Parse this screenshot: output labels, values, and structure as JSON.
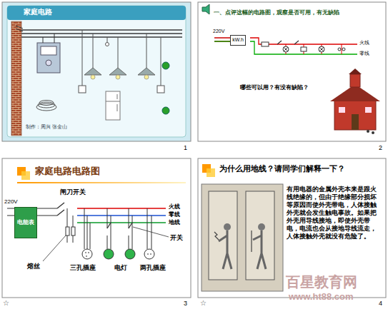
{
  "diagram": {
    "nodes": [
      {
        "text": [
          "家庭电路"
        ]
      },
      {
        "text": [
          "一、点评这幅的电路图，观察是否可用，有无缺陷"
        ]
      },
      {
        "text": [
          "kW.h"
        ],
        "in": 1
      },
      {
        "text": [
          "家庭电路电路图"
        ]
      },
      {
        "text": [
          "电能表"
        ],
        "in": 3
      },
      {
        "text": [
          "为什么用地线？请同学们解释一下？",
          "有用电器的金属外壳本来是跟火线绝缘的，但由于绝缘部分损坏等原因而使外壳带电，人体接触外壳就会发生触电事故。如果把外壳用导线接地，即使外壳带电，电流也会从接地导线流走，人体接触外壳就没有危险了。"
        ]
      }
    ],
    "labels": [
      "制作：周兴 张金山",
      "220V",
      "火线",
      "零线",
      "哪些可以用？有没有缺陷？",
      "220V",
      "闸刀开关",
      "火线",
      "零线",
      "地线",
      "熔丝",
      "开关",
      "三孔插座",
      "电灯",
      "两孔插座",
      "百星教育网",
      "www.ht88.com",
      "1",
      "2",
      "3",
      "4",
      "☆",
      "☆"
    ]
  }
}
